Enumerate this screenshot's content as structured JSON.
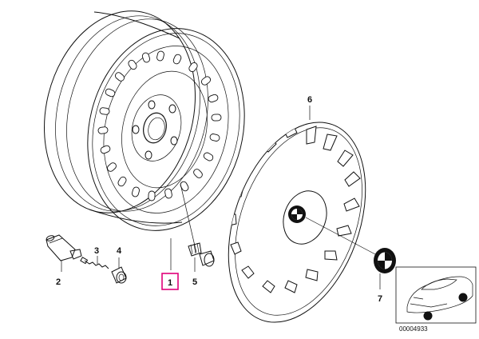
{
  "callouts": {
    "wheel": "1",
    "valve_stem": "2",
    "valve_core": "3",
    "valve_cap": "4",
    "wheel_bolt": "5",
    "hubcap": "6",
    "emblem": "7"
  },
  "highlight_color": "#e0007a",
  "reference_number": "00004933"
}
